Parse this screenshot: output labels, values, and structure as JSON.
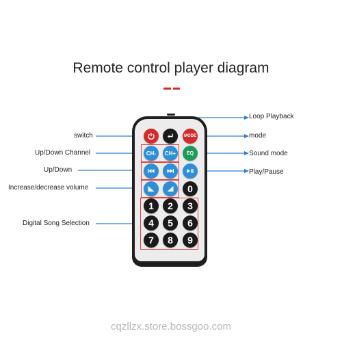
{
  "title": "Remote control player diagram",
  "labels": {
    "switch": "switch",
    "up_down_channel": "Up/Down Channel",
    "up_down": "Up/Down",
    "volume": "Increase/decrease volume",
    "digital": "Digital Song Selection",
    "loop": "Loop Playback",
    "mode": "mode",
    "sound_mode": "Sound mode",
    "play_pause": "Play/Pause"
  },
  "buttons": {
    "power_icon": "power-icon",
    "loop_icon": "loop-return-icon",
    "mode": "MODE",
    "ch_down": "CH-",
    "ch_up": "CH+",
    "eq": "EQ",
    "prev_icon": "previous-track-icon",
    "next_icon": "next-track-icon",
    "play_pause_icon": "play-pause-icon",
    "vol_down_icon": "volume-down-icon",
    "vol_up_icon": "volume-up-icon",
    "zero": "0",
    "digits": [
      "1",
      "2",
      "3",
      "4",
      "5",
      "6",
      "7",
      "8",
      "9"
    ]
  },
  "colors": {
    "red": "#d42a2a",
    "blue": "#2e8fd8",
    "green": "#1e9b59",
    "black": "#1a1a1a",
    "callout_line": "#2f7fd0",
    "highlight_box": "#e0403d"
  },
  "watermark": "cqzllzx.store.bossgoo.com"
}
